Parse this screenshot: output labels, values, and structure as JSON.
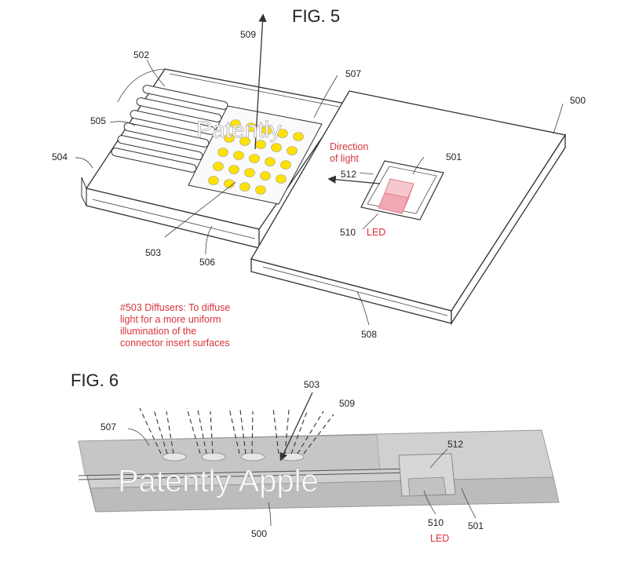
{
  "fig5": {
    "title": "FIG. 5",
    "refs": {
      "r509": "509",
      "r502": "502",
      "r507": "507",
      "r500": "500",
      "r505": "505",
      "r504": "504",
      "r501": "501",
      "r512": "512",
      "r510": "510",
      "r503": "503",
      "r506": "506",
      "r508": "508"
    },
    "direction_label": [
      "Direction",
      "of light"
    ],
    "led_label": "LED",
    "watermark": "Patently"
  },
  "annotation": {
    "lines": [
      "#503 Diffusers: To diffuse",
      "light for a more uniform",
      "illumination of the",
      "connector  insert surfaces"
    ]
  },
  "fig6": {
    "title": "FIG. 6",
    "refs": {
      "r503": "503",
      "r509": "509",
      "r507": "507",
      "r512": "512",
      "r500": "500",
      "r510": "510",
      "r501": "501"
    },
    "led_label": "LED",
    "watermark": "Patently Apple"
  },
  "colors": {
    "led": "#f2a9b4",
    "led_edge": "#e27f90",
    "diffuser_dot": "#ffe200",
    "annotation_text": "#d8343a",
    "fig6_body": "#c9c9c9"
  }
}
